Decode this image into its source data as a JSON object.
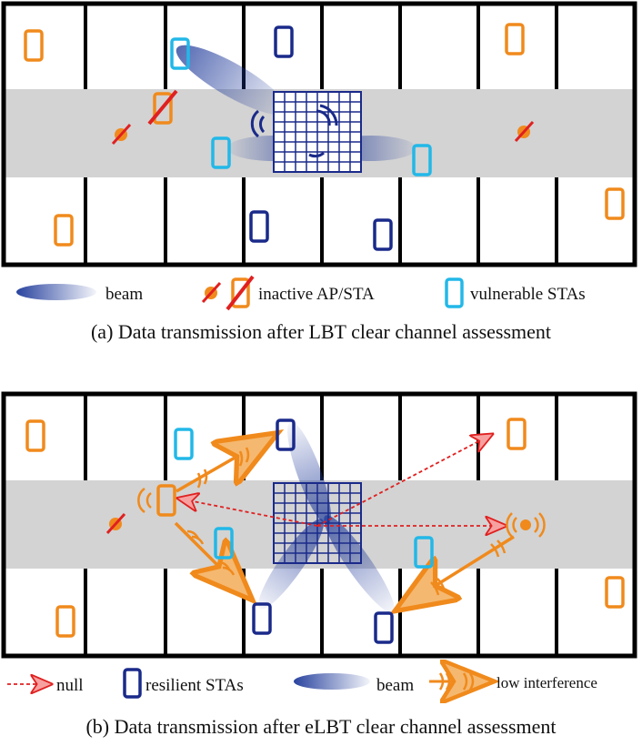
{
  "panel_a": {
    "caption": "(a) Data transmission after LBT clear channel assessment",
    "legend": {
      "beam": "beam",
      "inactive": "inactive AP/STA",
      "vulnerable": "vulnerable STAs"
    }
  },
  "panel_b": {
    "caption": "(b) Data transmission after eLBT clear channel assessment",
    "legend": {
      "null": "null",
      "resilient": "resilient STAs",
      "beam": "beam",
      "low_interference": "low interference"
    }
  },
  "colors": {
    "orange": "#f08a1c",
    "cyan": "#22b8e8",
    "navy": "#1a2a8a",
    "red": "#e02020",
    "gray_band": "#d3d3d3",
    "beam": "#3a55b0"
  },
  "icons": [
    "phone-icon-orange",
    "phone-icon-cyan",
    "phone-icon-navy",
    "access-point-icon",
    "antenna-array-icon",
    "beam-icon",
    "signal-arc-icon"
  ]
}
